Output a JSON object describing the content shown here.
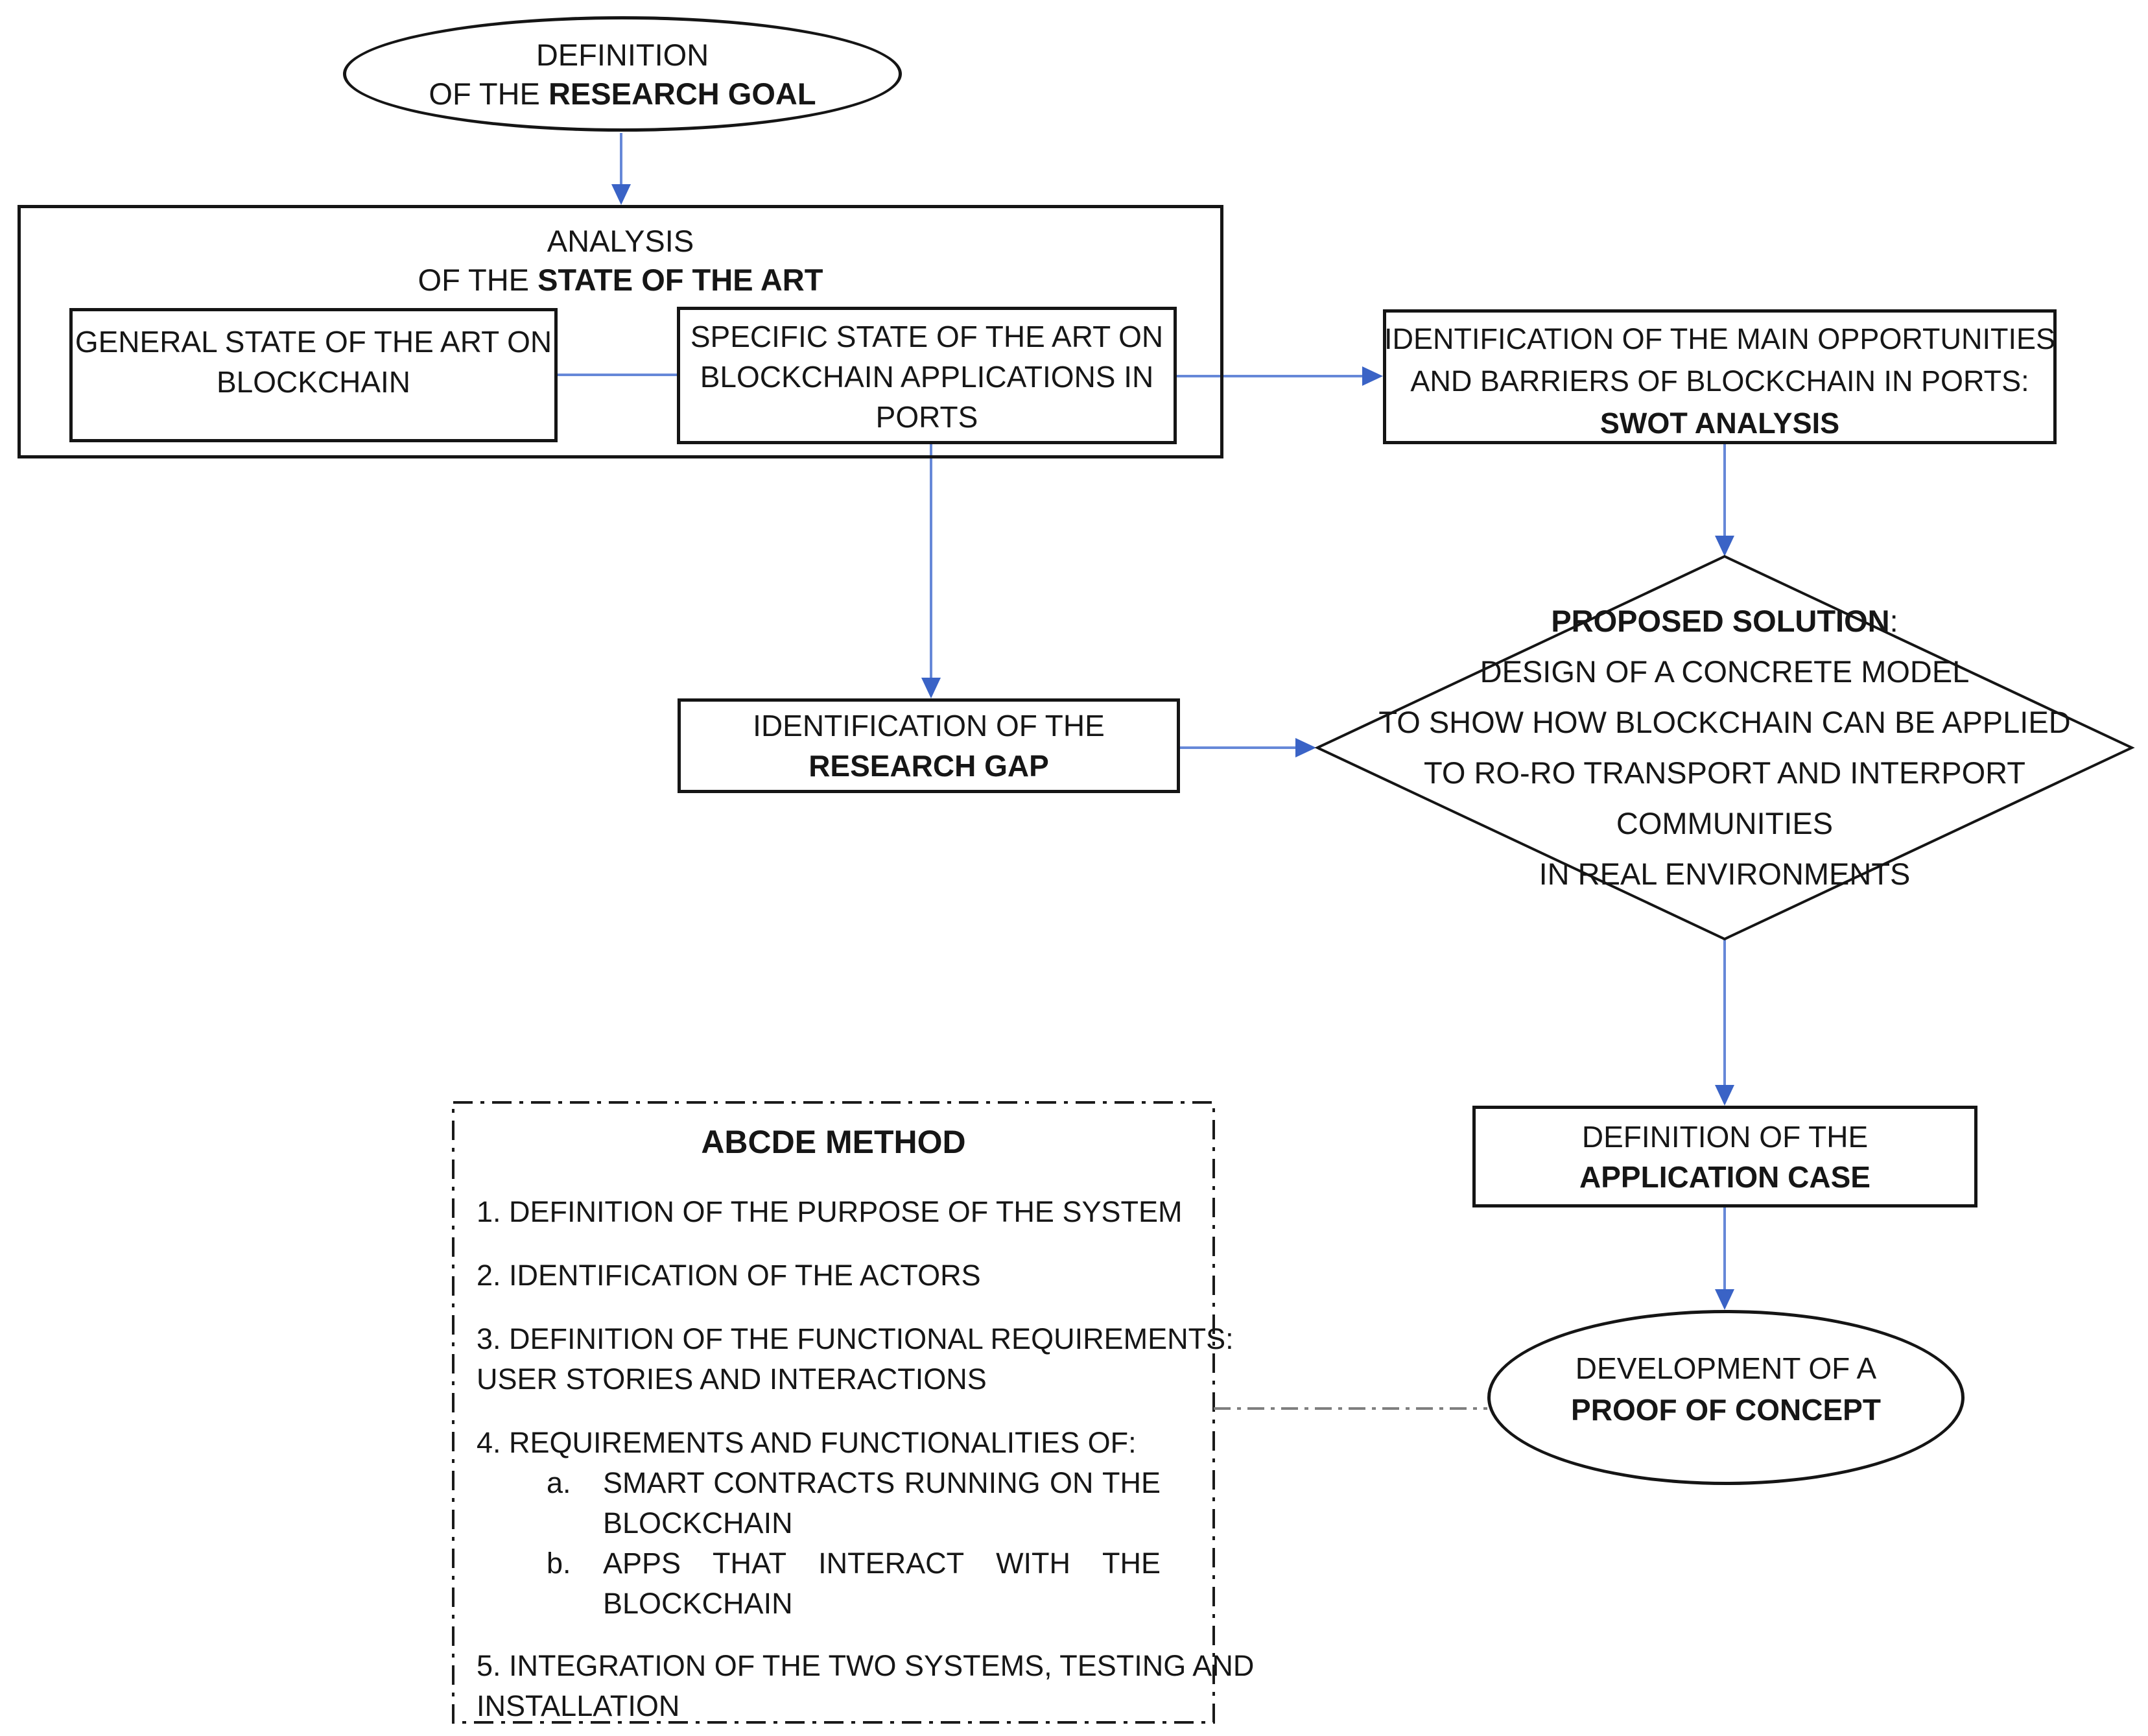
{
  "colors": {
    "blue_line": "#6688d8",
    "blue_head": "#3a63c6",
    "gray_line": "#7f7f7f"
  },
  "nodes": {
    "research_goal": {
      "line1": "DEFINITION",
      "line2_normal": "OF THE ",
      "line2_bold": "RESEARCH GOAL"
    },
    "analysis": {
      "line1": "ANALYSIS",
      "line2_normal": "OF THE ",
      "line2_bold": "STATE OF THE ART"
    },
    "general": {
      "line1": "GENERAL STATE OF THE ART ON",
      "line2": "BLOCKCHAIN"
    },
    "specific": {
      "line1": "SPECIFIC STATE OF THE ART ON",
      "line2": "BLOCKCHAIN APPLICATIONS IN",
      "line3": "PORTS"
    },
    "swot": {
      "line1": "IDENTIFICATION OF THE MAIN OPPORTUNITIES",
      "line2": "AND BARRIERS OF BLOCKCHAIN IN PORTS:",
      "line3_bold": "SWOT ANALYSIS"
    },
    "research_gap": {
      "line1": "IDENTIFICATION OF THE",
      "line2_bold": "RESEARCH GAP"
    },
    "proposed_solution": {
      "line1_bold": "PROPOSED SOLUTION",
      "line1_suffix": ":",
      "line2": "DESIGN OF A CONCRETE MODEL",
      "line3": "TO SHOW HOW BLOCKCHAIN CAN BE APPLIED",
      "line4": "TO RO-RO TRANSPORT AND INTERPORT",
      "line5": "COMMUNITIES",
      "line6": "IN REAL ENVIRONMENTS"
    },
    "application_case": {
      "line1": "DEFINITION OF THE",
      "line2_bold": "APPLICATION CASE"
    },
    "proof_of_concept": {
      "line1": "DEVELOPMENT OF A",
      "line2_bold": "PROOF OF CONCEPT"
    },
    "abcde": {
      "title": "ABCDE METHOD",
      "item1": "1. DEFINITION OF THE PURPOSE OF THE SYSTEM",
      "item2": "2. IDENTIFICATION OF THE ACTORS",
      "item3_line1": "3. DEFINITION OF THE FUNCTIONAL REQUIREMENTS:",
      "item3_line2": "USER STORIES AND INTERACTIONS",
      "item4": "4. REQUIREMENTS AND FUNCTIONALITIES OF:",
      "item4a_marker": "a.",
      "item4a_text": "SMART CONTRACTS RUNNING ON THE BLOCKCHAIN",
      "item4b_marker": "b.",
      "item4b_text": "APPS THAT INTERACT WITH THE BLOCKCHAIN",
      "item5_line1": "5. INTEGRATION OF THE TWO SYSTEMS, TESTING AND",
      "item5_line2": "INSTALLATION"
    }
  }
}
